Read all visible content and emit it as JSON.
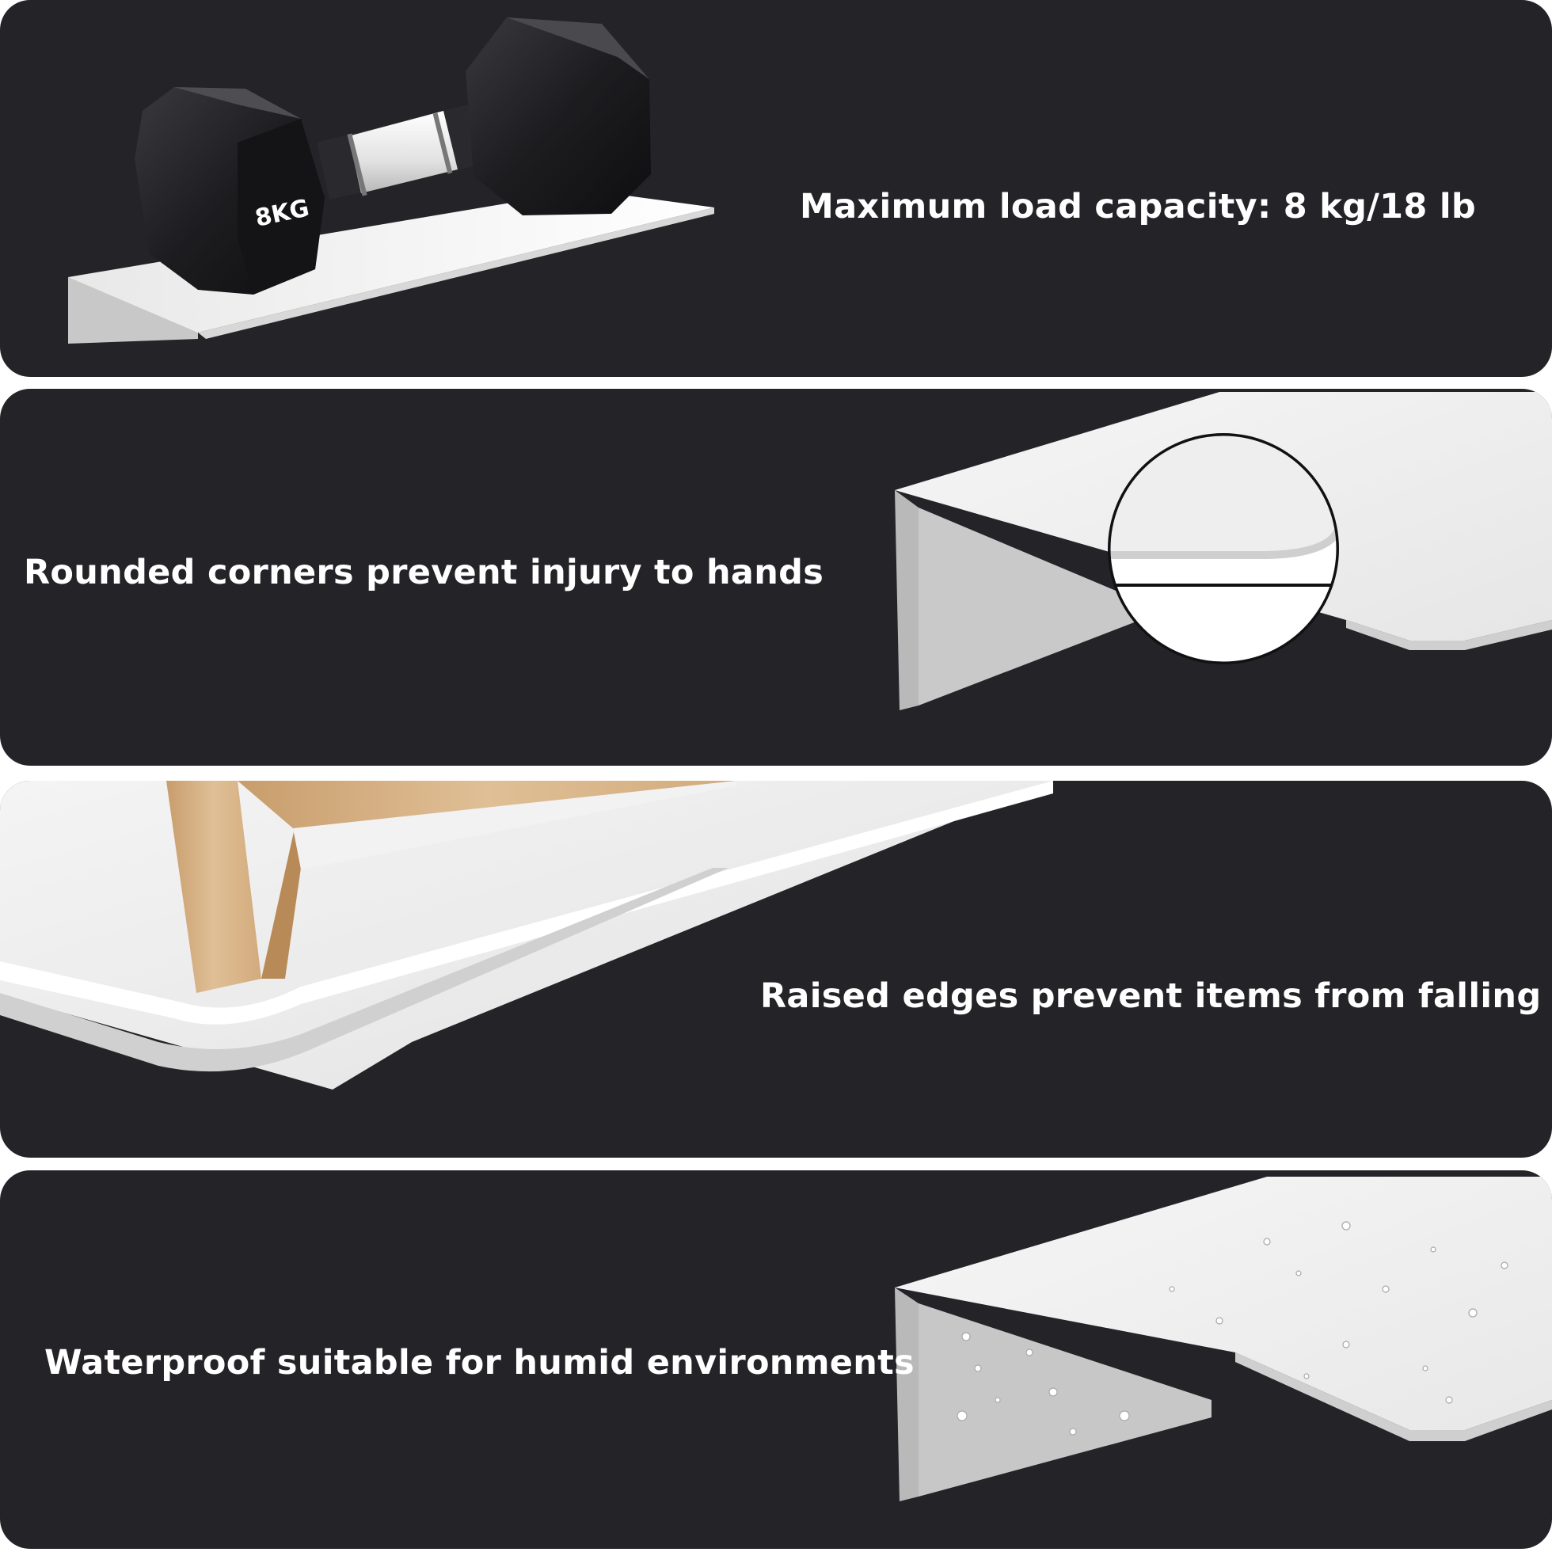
{
  "panels": [
    {
      "caption": "Maximum load capacity: 8 kg/18 lb",
      "product_label": "8KG"
    },
    {
      "caption": "Rounded corners prevent injury to hands"
    },
    {
      "caption": "Raised edges prevent items from falling"
    },
    {
      "caption": "Waterproof suitable for humid environments"
    }
  ],
  "colors": {
    "panel_background": "#232328",
    "shelf": "#f2f2f2",
    "dumbbell": "#1c1c1e",
    "wood_frame": "#d6b48a",
    "caption_text": "#ffffff"
  }
}
